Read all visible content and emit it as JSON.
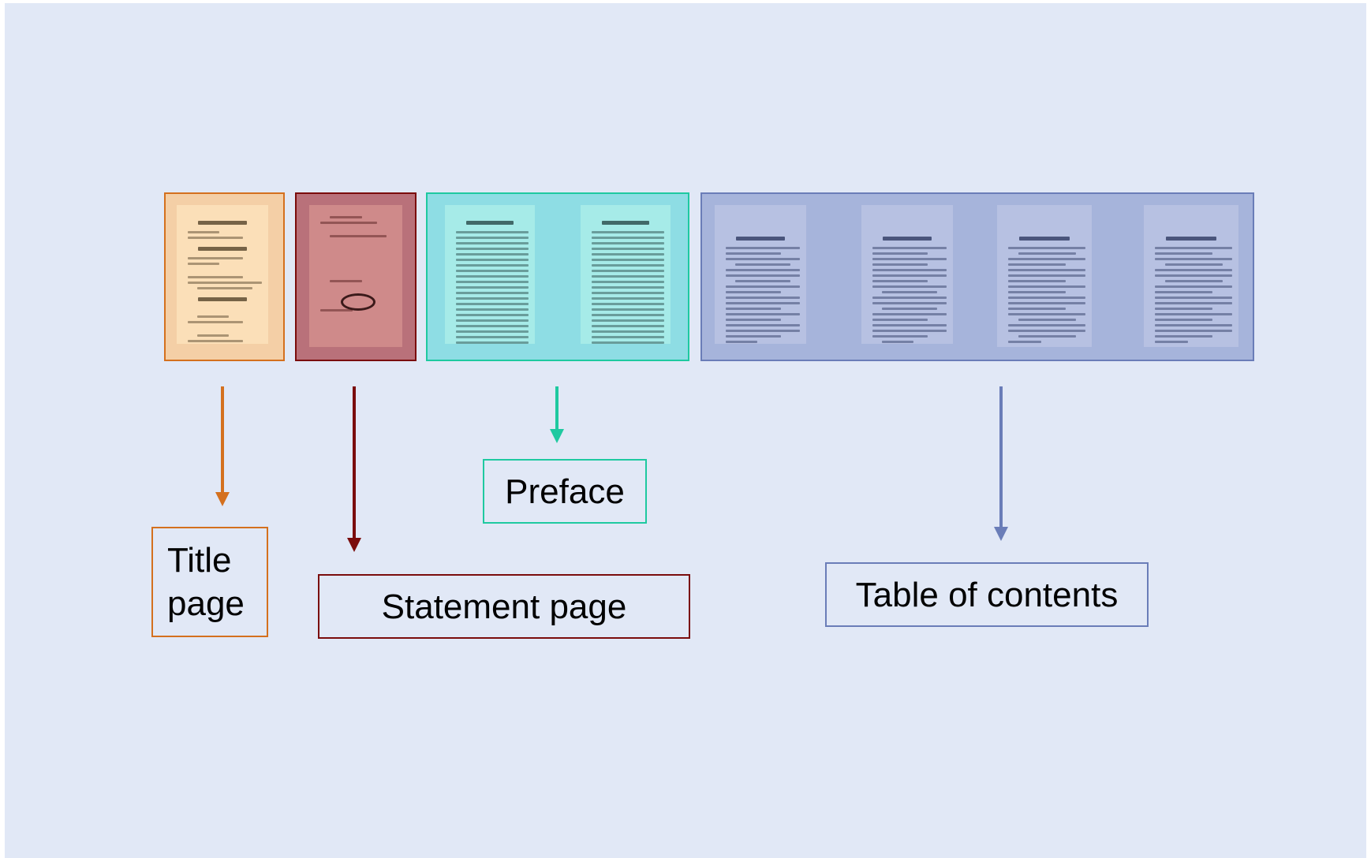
{
  "diagram": {
    "background_color": "#e1e8f6",
    "sections": [
      {
        "id": "title-page",
        "label": "Title\npage",
        "color": "#d4701e",
        "fill": "#f4cfa6",
        "page_color": "#fbdfb8",
        "ink": "#4a3a22"
      },
      {
        "id": "statement-page",
        "label": "Statement page",
        "color": "#7a0c0c",
        "fill": "#b9717a",
        "page_color": "#cf8a8a",
        "ink": "#4a1515"
      },
      {
        "id": "preface",
        "label": "Preface",
        "color": "#1ec9a0",
        "fill": "#8edde4",
        "page_color": "#a6ebe8",
        "ink": "#1f3d3e"
      },
      {
        "id": "table-of-contents",
        "label": "Table of contents",
        "color": "#6a7db8",
        "fill": "#a6b4db",
        "page_color": "#b7c1e2",
        "ink": "#26305a"
      }
    ]
  }
}
